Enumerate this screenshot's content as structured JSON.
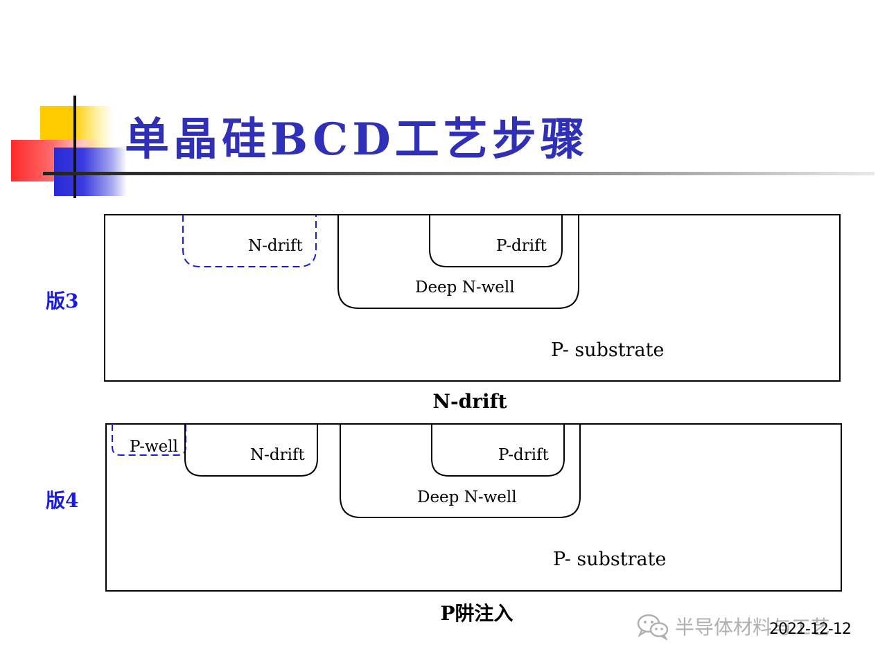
{
  "slide": {
    "title": "单晶硅BCD工艺步骤",
    "date": "2022-12-12",
    "watermark": "半导体材料与工艺"
  },
  "stages": [
    {
      "label": "版3",
      "caption": "N-drift",
      "regions": {
        "n_drift": "N-drift",
        "p_drift": "P-drift",
        "deep_nwell": "Deep N-well",
        "substrate": "P- substrate"
      }
    },
    {
      "label": "版4",
      "caption": "P阱注入",
      "regions": {
        "p_well": "P-well",
        "n_drift": "N-drift",
        "p_drift": "P-drift",
        "deep_nwell": "Deep N-well",
        "substrate": "P- substrate"
      }
    }
  ],
  "colors": {
    "title": "#2f2fb8",
    "stage_label": "#1a1ae0",
    "mask_outline": "#1a1ae0",
    "watermark": "#b0b0b0"
  },
  "icons": {
    "watermark_icon": "wechat-icon"
  }
}
